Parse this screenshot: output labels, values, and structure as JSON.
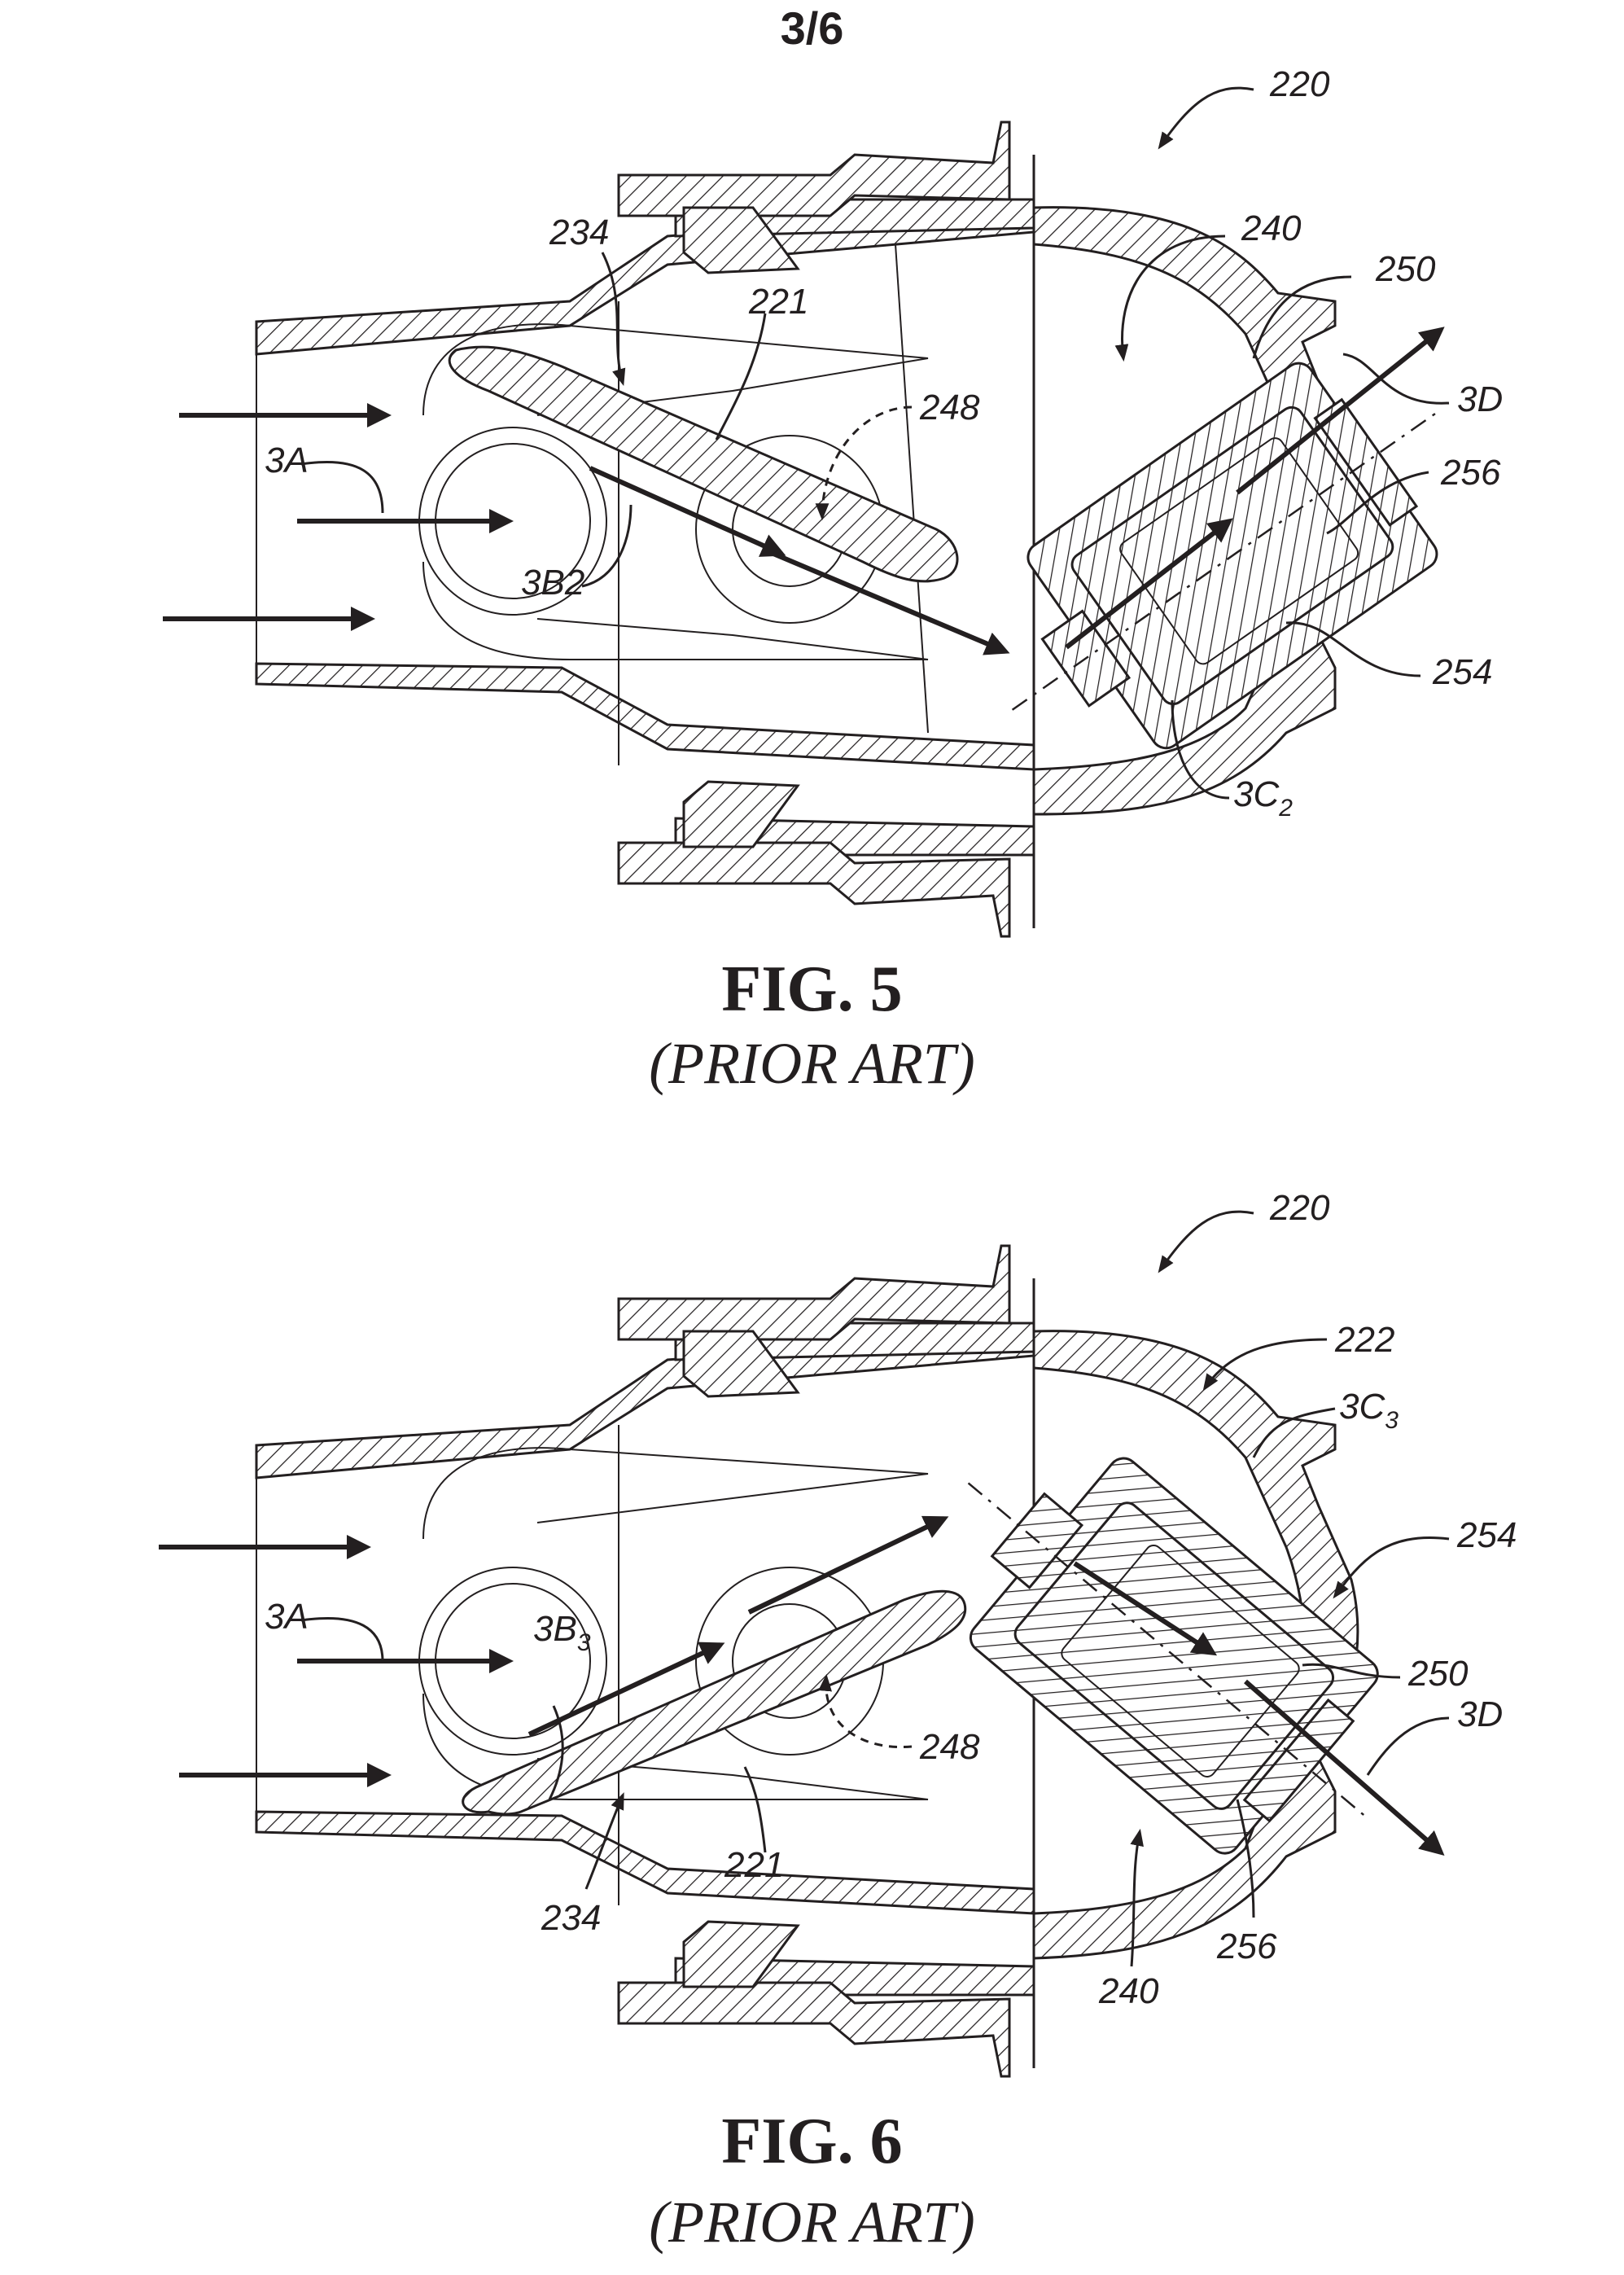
{
  "sheet": {
    "number": "3/6"
  },
  "figures": [
    {
      "id": "fig5",
      "title": "FIG. 5",
      "subtitle": "(PRIOR ART)",
      "refs": {
        "r220": "220",
        "r234": "234",
        "r221": "221",
        "r240": "240",
        "r250": "250",
        "r3D": "3D",
        "r248": "248",
        "r3A": "3A",
        "r256": "256",
        "r3B2": "3B2",
        "r254": "254",
        "r3C2_main": "3C",
        "r3C2_sub": "2"
      }
    },
    {
      "id": "fig6",
      "title": "FIG. 6",
      "subtitle": "(PRIOR ART)",
      "refs": {
        "r220": "220",
        "r222": "222",
        "r3C3_main": "3C",
        "r3C3_sub": "3",
        "r254": "254",
        "r3A": "3A",
        "r3B3_main": "3B",
        "r3B3_sub": "3",
        "r250": "250",
        "r248": "248",
        "r3D": "3D",
        "r221": "221",
        "r234": "234",
        "r240": "240",
        "r256": "256"
      }
    }
  ],
  "colors": {
    "ink": "#231f20",
    "paper": "#ffffff"
  }
}
